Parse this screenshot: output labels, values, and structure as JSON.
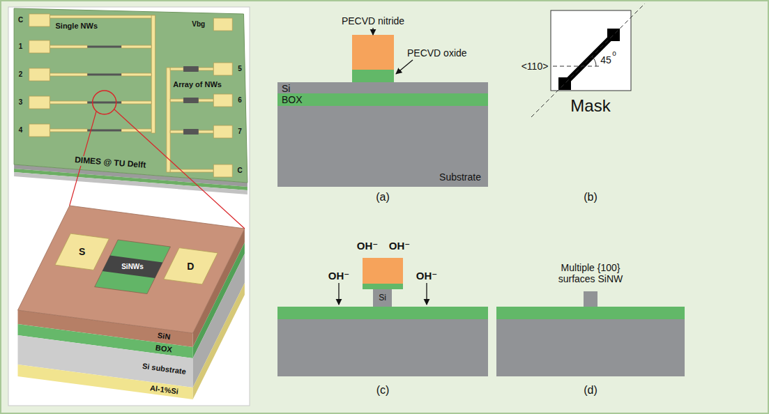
{
  "diagram": {
    "nodes": [
      {
        "text": [
          "Si"
        ]
      },
      {
        "text": [
          "BOX"
        ]
      },
      {
        "text": [
          "Substrate"
        ]
      }
    ],
    "labels": [
      "C",
      "Single NWs",
      "1",
      "2",
      "3",
      "4",
      "Vbg",
      "Array of NWs",
      "5",
      "6",
      "7",
      "C",
      "DIMES @ TU Delft",
      "S",
      "D",
      "SiNWs",
      "SiN",
      "BOX",
      "Si substrate",
      "Al-1%Si",
      "PECVD nitride",
      "PECVD oxide",
      "(a)",
      "<110>",
      "45",
      "o",
      "Mask",
      "(b)",
      "OH⁻",
      "OH⁻",
      "OH⁻",
      "OH⁻",
      "Si",
      "(c)",
      "Multiple {100} surfaces SiNW",
      "(d)"
    ]
  }
}
